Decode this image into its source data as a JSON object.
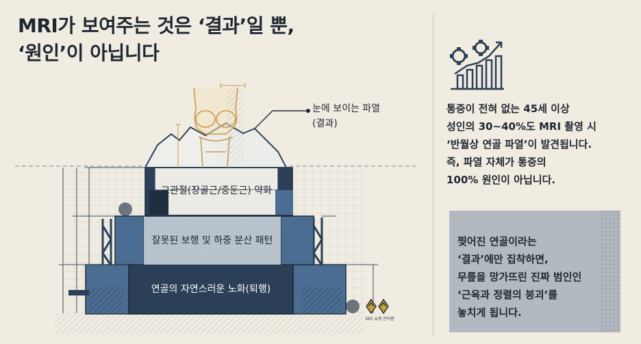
{
  "title": {
    "line1": "MRI가 보여주는 것은 ‘결과’일 뿐,",
    "line2": "‘원인’이 아닙니다"
  },
  "diagram": {
    "callout": {
      "line1": "눈에 보이는 파열",
      "line2": "(결과)"
    },
    "layers": {
      "top": "고관절(장골근/중둔근) 약화",
      "middle": "잘못된 보행 및 하중 분산 패턴",
      "bottom": "연골의 자연스러운 노화(퇴행)"
    },
    "logo_text": "365 쇼핑 관리원"
  },
  "stat": {
    "line1": "통증이 전혀 없는 45세 이상",
    "line2": "성인의 30~40%도 MRI 촬영 시",
    "line3": "‘반월상 연골 파열’이 발견됩니다.",
    "line4": "즉, 파열 자체가 통증의",
    "line5": "100% 원인이 아닙니다."
  },
  "note": {
    "line1": "찢어진 연골이라는",
    "line2": "‘결과’에만 집착하면,",
    "line3": "무릎을 망가뜨린 진짜 범인인",
    "line4": "‘근육과 정렬의 붕괴’를",
    "line5": "놓치게 됩니다."
  },
  "icons": {
    "chart": "gear-bar-chart-icon",
    "knee": "knee-joint-icon",
    "logo": "logo-mark-icon"
  },
  "colors": {
    "background": "#f1ece2",
    "navy": "#2b3f57",
    "steel": "#4a6d91",
    "light": "#e8e8e4",
    "knee": "#d9b36b",
    "note_box": "#b3b9c0"
  }
}
